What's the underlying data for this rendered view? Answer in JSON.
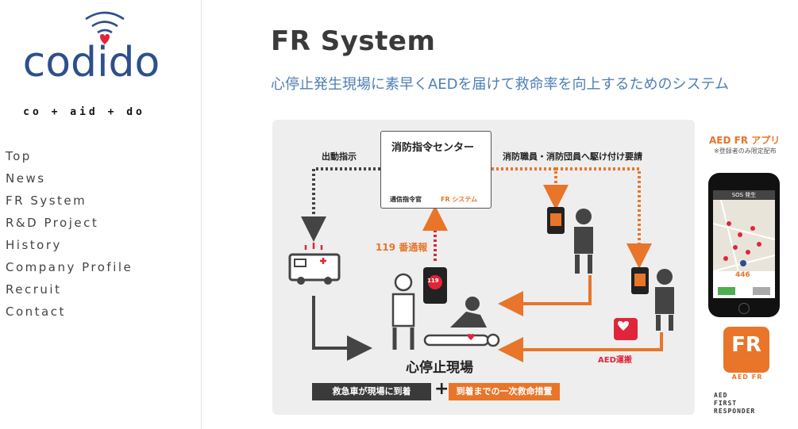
{
  "brand": {
    "logo_text": "codido",
    "tagline": "co + aid + do",
    "colors": {
      "primary": "#2d4f8c",
      "heart": "#e0253a",
      "accent": "#e8752a",
      "link": "#4f7fb5"
    }
  },
  "nav": {
    "items": [
      {
        "label": "Top"
      },
      {
        "label": "News"
      },
      {
        "label": "FR System"
      },
      {
        "label": "R&D Project"
      },
      {
        "label": "History"
      },
      {
        "label": "Company Profile"
      },
      {
        "label": "Recruit"
      },
      {
        "label": "Contact"
      }
    ]
  },
  "page": {
    "title": "FR System",
    "subtitle": "心停止発生現場に素早くAEDを届けて救命率を向上するためのシステム"
  },
  "diagram": {
    "center_title": "消防指令センター",
    "operator_label": "通信指令官",
    "fr_system_label": "FR システム",
    "fr_badge": "FR",
    "dispatch_label": "出動指示",
    "request_label": "消防職員・消防団員へ駆け付け要請",
    "call_label": "119 番通報",
    "phone_badge": "119",
    "aed_label": "AED運搬",
    "scene_label": "心停止現場",
    "legend_ambulance": "救急車が現場に到着",
    "legend_plus": "+",
    "legend_first_aid": "到着までの一次救命措置"
  },
  "app": {
    "title": "AED FR アプリ",
    "note": "※登録者のみ限定配布",
    "screen_header": "SOS 発生",
    "distance_value": "446",
    "logo_text": "FR",
    "logo_caption": "AED FR",
    "responder_line1": "AED",
    "responder_line2": "FIRST",
    "responder_line3": "RESPONDER"
  }
}
